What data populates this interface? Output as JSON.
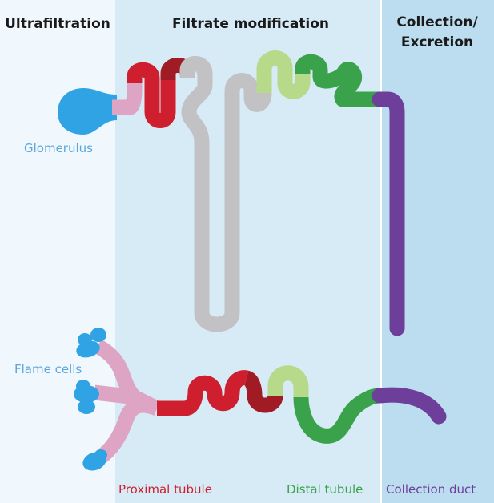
{
  "headers": {
    "ultrafiltration": "Ultrafiltration",
    "filtrate_modification": "Filtrate modification",
    "collection_line1": "Collection/",
    "collection_line2": "Excretion"
  },
  "labels": {
    "glomerulus": "Glomerulus",
    "flame_cells": "Flame cells",
    "proximal_tubule": "Proximal tubule",
    "distal_tubule": "Distal tubule",
    "collection_duct": "Collection duct"
  },
  "colors": {
    "panel_left": "#f0f8fd",
    "panel_middle": "#d7ebf7",
    "panel_right": "#bcdcef",
    "glomerulus": "#2fa3e4",
    "label_blue": "#5aa7dc",
    "pink": "#dda4c4",
    "red": "#cf1f2e",
    "dark_red": "#a11b25",
    "gray": "#c2c2c4",
    "light_green": "#b6d98a",
    "green": "#3aa24a",
    "purple": "#6e3f9a"
  }
}
